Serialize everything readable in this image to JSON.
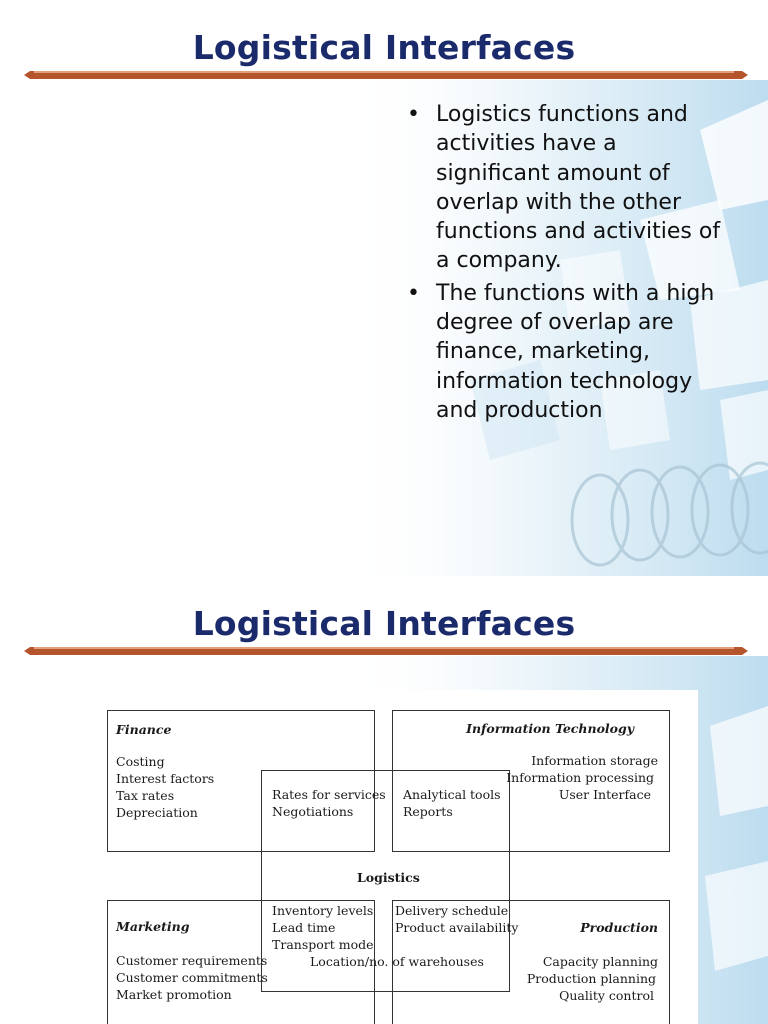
{
  "slide1": {
    "title": "Logistical Interfaces",
    "bullets": [
      "Logistics functions and activities have a significant amount of overlap with the other functions and activities of a company.",
      "The functions with a high degree of overlap are finance, marketing, information technology and production"
    ]
  },
  "slide2": {
    "title": "Logistical Interfaces",
    "diagram": {
      "finance": {
        "title": "Finance",
        "items": [
          "Costing",
          "Interest factors",
          "Tax rates",
          "Depreciation"
        ]
      },
      "information_technology": {
        "title": "Information Technology",
        "items": [
          "Information storage",
          "Information processing",
          "User Interface"
        ]
      },
      "marketing": {
        "title": "Marketing",
        "items": [
          "Customer requirements",
          "Customer commitments",
          "Market promotion"
        ]
      },
      "production": {
        "title": "Production",
        "items": [
          "Capacity planning",
          "Production planning",
          "Quality control"
        ]
      },
      "logistics": {
        "title": "Logistics",
        "finance_overlap": [
          "Rates for services",
          "Negotiations"
        ],
        "it_overlap": [
          "Analytical tools",
          "Reports"
        ],
        "marketing_overlap": [
          "Inventory levels",
          "Lead time",
          "Transport mode"
        ],
        "production_overlap": [
          "Delivery schedule",
          "Product availability"
        ],
        "shared": "Location/no. of warehouses"
      }
    }
  },
  "colors": {
    "title": "#1a2a6b",
    "bar_dark": "#b5552b",
    "bar_light": "#e0a07a"
  },
  "bullet_glyph": "•"
}
